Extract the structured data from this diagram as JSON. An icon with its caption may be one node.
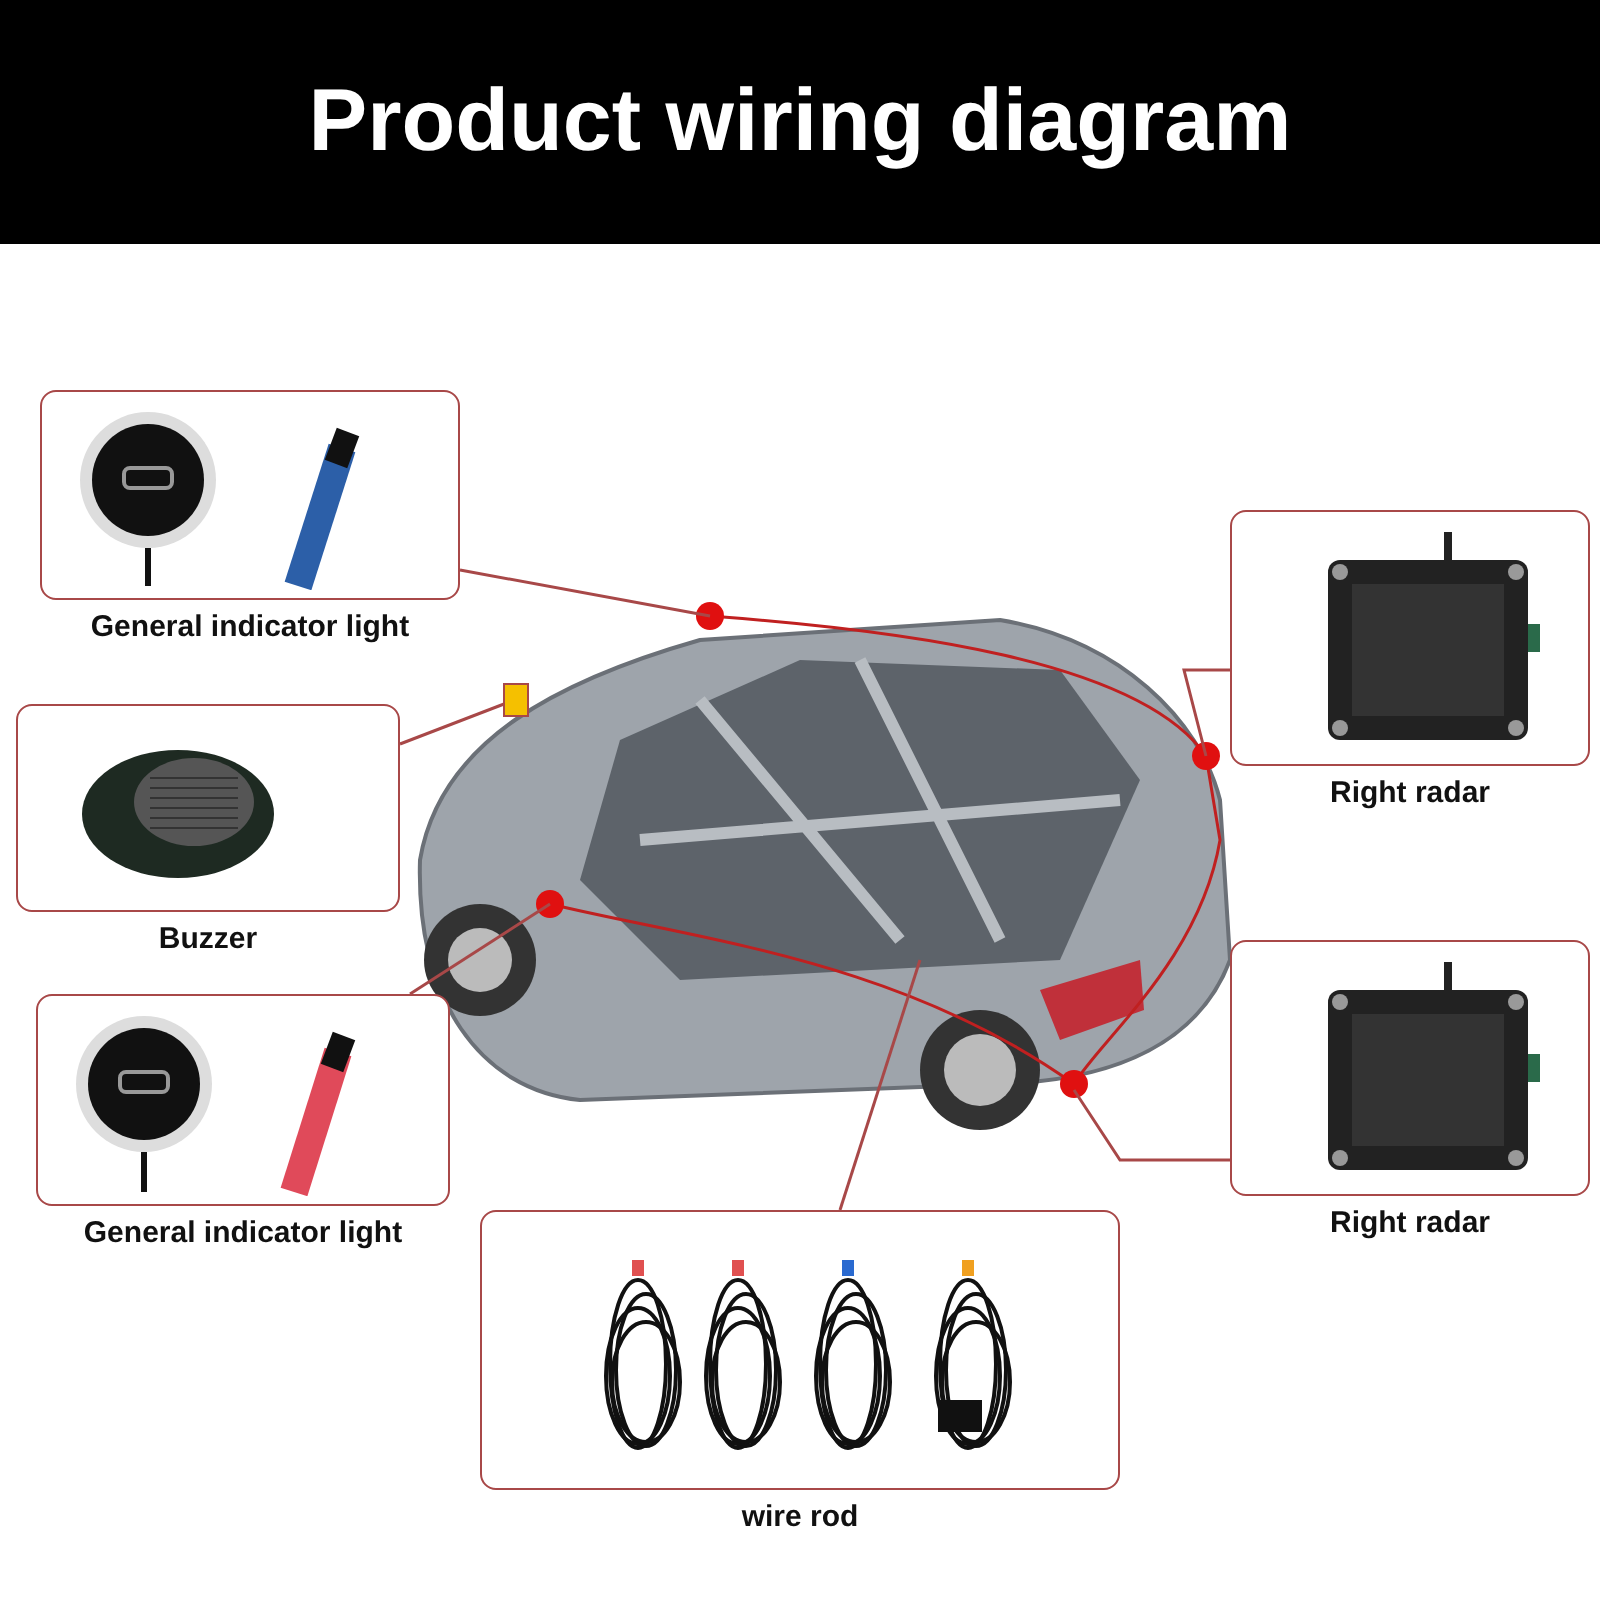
{
  "diagram": {
    "title": "Product wiring diagram",
    "nodes": [
      {
        "text": [
          "General indicator light"
        ]
      },
      {
        "text": [
          "Buzzer"
        ]
      },
      {
        "text": [
          "General indicator light"
        ]
      },
      {
        "text": [
          "Right radar"
        ]
      },
      {
        "text": [
          "Right radar"
        ]
      },
      {
        "text": [
          "wire rod"
        ]
      },
      {
        "text": [],
        "shape": "picture"
      }
    ],
    "edges": [
      {
        "from": 0,
        "to": 6,
        "arrow": "none"
      },
      {
        "from": 1,
        "to": 6,
        "arrow": "none"
      },
      {
        "from": 2,
        "to": 6,
        "arrow": "none"
      },
      {
        "from": 3,
        "to": 6,
        "arrow": "none"
      },
      {
        "from": 4,
        "to": 6,
        "arrow": "none"
      },
      {
        "from": 5,
        "to": 6,
        "arrow": "none"
      }
    ]
  }
}
